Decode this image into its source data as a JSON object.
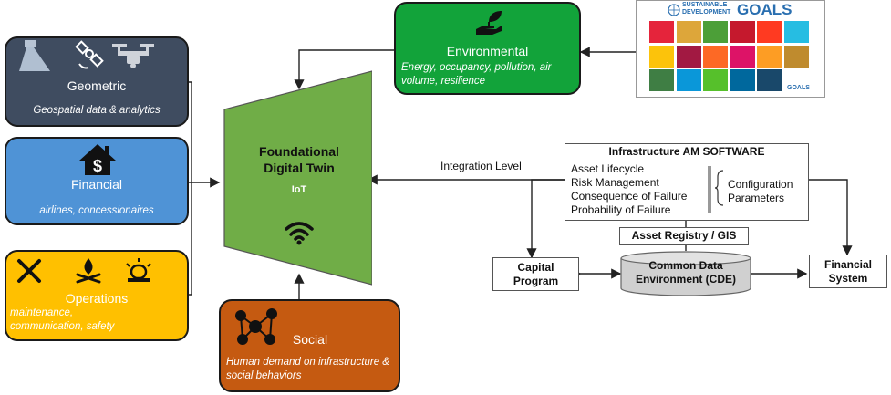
{
  "geometric": {
    "title": "Geometric",
    "subtitle": "Geospatial data & analytics",
    "color": "#3f4c60"
  },
  "financial": {
    "title": "Financial",
    "subtitle": "airlines, concessionaires",
    "color": "#4f93d6"
  },
  "operations": {
    "title": "Operations",
    "subtitle": "maintenance, communication, safety",
    "color": "#ffc000"
  },
  "social": {
    "title": "Social",
    "subtitle": "Human demand on infrastructure & social behaviors",
    "color": "#c55a11"
  },
  "environmental": {
    "title": "Environmental",
    "subtitle": "Energy, occupancy, pollution, air volume, resilience",
    "color": "#12a33a"
  },
  "twin": {
    "title_line1": "Foundational",
    "title_line2": "Digital Twin",
    "subtitle": "IoT",
    "color": "#70ad47"
  },
  "sdg": {
    "header_word": "SUSTAINABLE DEVELOPMENT",
    "goals_word": "GOALS",
    "footer_word": "GOALS",
    "tile_colors": [
      "#e5243b",
      "#dda63a",
      "#4c9f38",
      "#c5192d",
      "#ff3a21",
      "#26bde2",
      "#fcc30b",
      "#a21942",
      "#fd6925",
      "#dd1367",
      "#fd9d24",
      "#bf8b2e",
      "#3f7e44",
      "#0a97d9",
      "#56c02b",
      "#00689d",
      "#19486a"
    ]
  },
  "am_software": {
    "title": "Infrastructure AM SOFTWARE",
    "items": [
      "Asset Lifecycle",
      "Risk Management",
      "Consequence of Failure",
      "Probability of Failure"
    ],
    "config_line1": "Configuration",
    "config_line2": "Parameters"
  },
  "integration_label": "Integration Level",
  "asset_registry": "Asset Registry / GIS",
  "cde": {
    "line1": "Common Data",
    "line2": "Environment (CDE)"
  },
  "capital": {
    "line1": "Capital",
    "line2": "Program"
  },
  "fin_system": {
    "line1": "Financial",
    "line2": "System"
  }
}
